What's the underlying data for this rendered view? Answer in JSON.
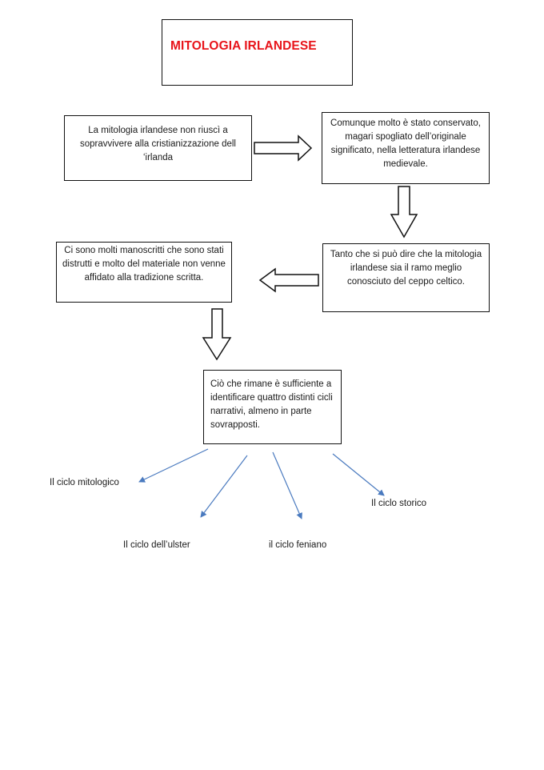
{
  "title": "MITOLOGIA IRLANDESE",
  "boxes": {
    "box1": "La mitologia irlandese non riuscì a sopravvivere alla cristianizzazione dell ‘irlanda",
    "box2": "Comunque molto è stato conservato, magari spogliato dell’originale significato, nella letteratura irlandese medievale.",
    "box3": "Ci sono molti manoscritti che sono stati distrutti e molto del materiale non venne affidato alla tradizione scritta.",
    "box4": "Tanto che si può dire che la mitologia irlandese sia il ramo meglio conosciuto del ceppo celtico.",
    "box5": "Ciò che rimane è sufficiente a identificare quattro distinti cicli narrativi, almeno in parte sovrapposti."
  },
  "cycles": [
    "Il ciclo mitologico",
    "Il ciclo dell’ulster",
    "il ciclo feniano",
    "Il ciclo storico"
  ],
  "colors": {
    "title": "#e8141a",
    "branch_arrows": "#4a7abf",
    "box_border": "#111111"
  }
}
